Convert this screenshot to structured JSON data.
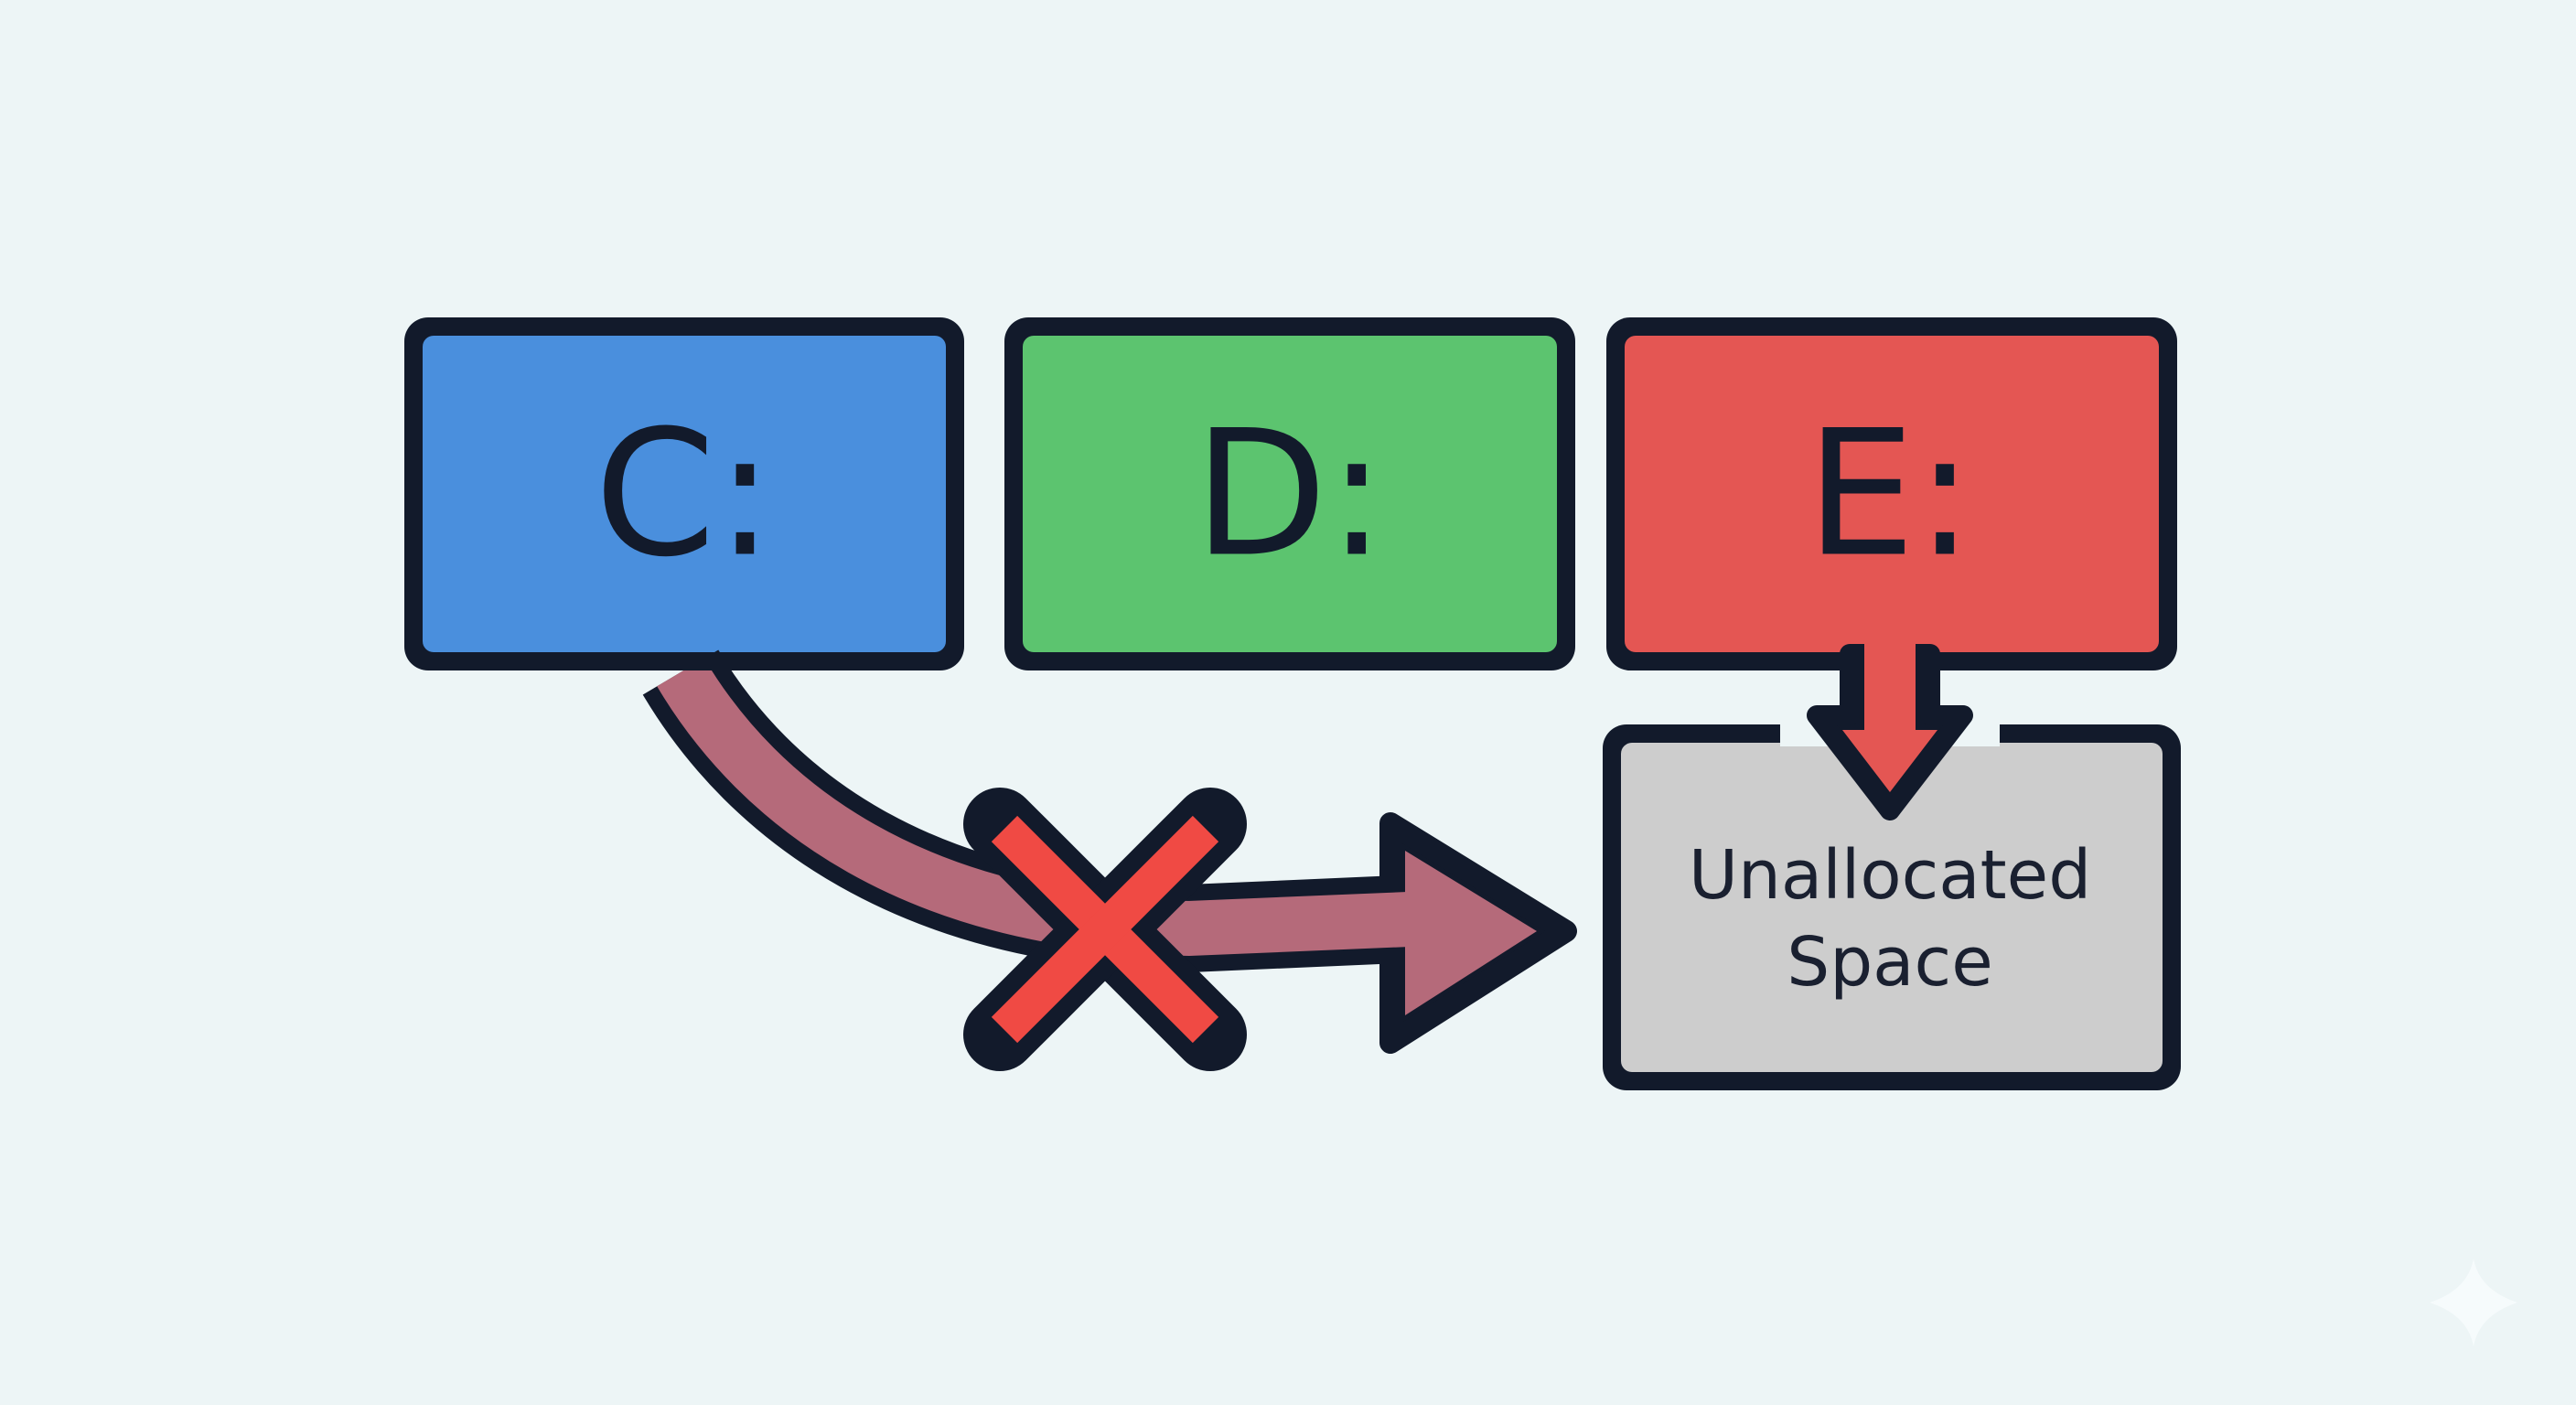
{
  "diagram": {
    "drives": [
      {
        "id": "C",
        "label": "C:",
        "color": "#4a8fdd"
      },
      {
        "id": "D",
        "label": "D:",
        "color": "#5cc46f"
      },
      {
        "id": "E",
        "label": "E:",
        "color": "#e45653"
      }
    ],
    "unallocated": {
      "line1": "Unallocated",
      "line2": "Space",
      "color": "#cdcdcd"
    },
    "blocked_arrow": {
      "from": "C:",
      "to": "Unallocated Space",
      "status": "blocked",
      "color": "#b56a7a",
      "cross_color": "#f04a44"
    },
    "allowed_arrow": {
      "from": "E:",
      "to": "Unallocated Space",
      "status": "allowed",
      "color": "#e45653"
    },
    "outline_color": "#121a2b",
    "watermark_icon": "sparkle-icon"
  }
}
